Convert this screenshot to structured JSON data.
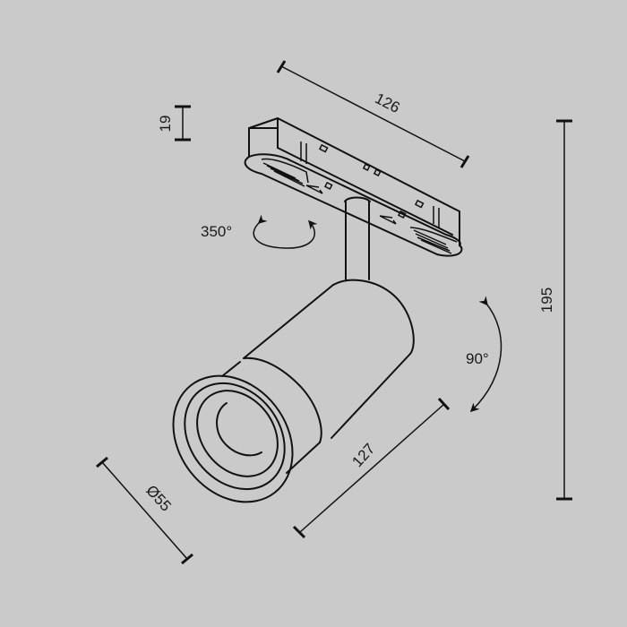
{
  "diagram": {
    "type": "technical-dimension-drawing",
    "subject": "track spotlight",
    "background_color": "#c9cac9",
    "line_color": "#111111"
  },
  "dimensions": {
    "adapter_length": "126",
    "adapter_height": "19",
    "total_height": "195",
    "body_length": "127",
    "diameter": "Ø55"
  },
  "rotations": {
    "horizontal": "350°",
    "vertical": "90°"
  }
}
